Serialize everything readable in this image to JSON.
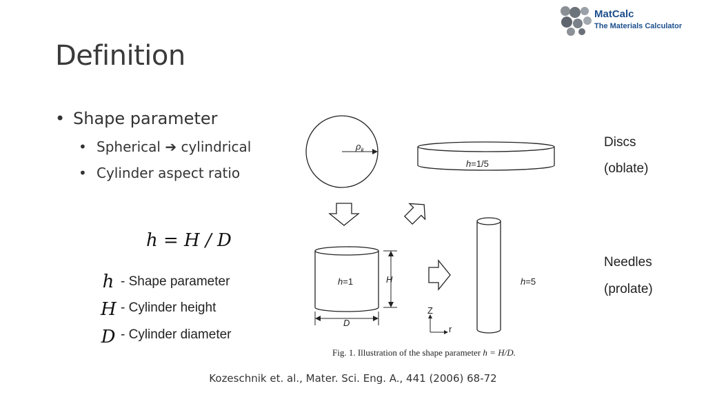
{
  "slide": {
    "title": "Definition",
    "bullet_main": "Shape parameter",
    "sub_bullets": [
      "Spherical",
      "cylindrical",
      "Cylinder aspect ratio"
    ],
    "equation": "h = H / D",
    "definitions": [
      {
        "symbol": "h",
        "text": "- Shape parameter"
      },
      {
        "symbol": "H",
        "text": "- Cylinder height"
      },
      {
        "symbol": "D",
        "text": "- Cylinder diameter"
      }
    ],
    "side_labels": {
      "discs": "Discs",
      "oblate": "(oblate)",
      "needles": "Needles",
      "prolate": "(prolate)"
    },
    "reference": "Kozeschnik et. al., Mater. Sci. Eng. A., 441 (2006) 68-72"
  },
  "logo": {
    "line1": "MatCalc",
    "line2": "The Materials Calculator",
    "color": "#1d4f8c"
  },
  "figure": {
    "rho_label": "ρ",
    "rho_sub": "k",
    "disc_label_var": "h",
    "disc_label_val": "=1/5",
    "mid_label_var": "h",
    "mid_label_val": "=1",
    "needle_label_var": "h",
    "needle_label_val": "=5",
    "H_label": "H",
    "D_label": "D",
    "z_label": "Z",
    "r_label": "r",
    "caption_prefix": "Fig. 1.  Illustration of the shape parameter ",
    "caption_math": "h = H/D."
  }
}
